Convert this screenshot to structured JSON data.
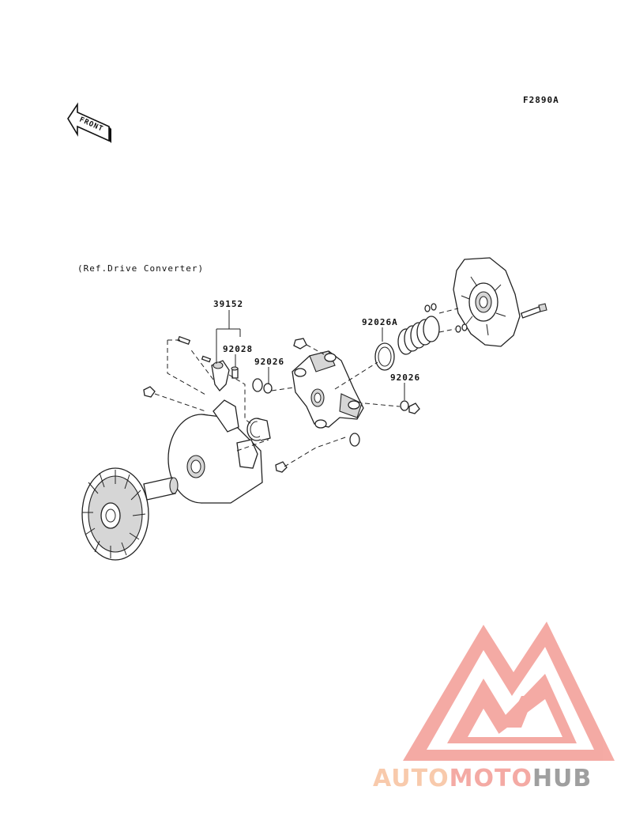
{
  "figure_code": "F2890A",
  "front_indicator": "FRONT",
  "reference_note": "(Ref.Drive Converter)",
  "part_numbers": {
    "p39152": "39152",
    "p92028": "92028",
    "p92026_a": "92026",
    "p92026A": "92026A",
    "p92026_b": "92026"
  },
  "watermark": {
    "text_part1": "AUTO",
    "text_part2": "MOTO",
    "text_part3": "HUB",
    "color_light": "#f8c8a8",
    "color_pink": "#f4a6a0",
    "color_gray": "#9a9a9a"
  }
}
